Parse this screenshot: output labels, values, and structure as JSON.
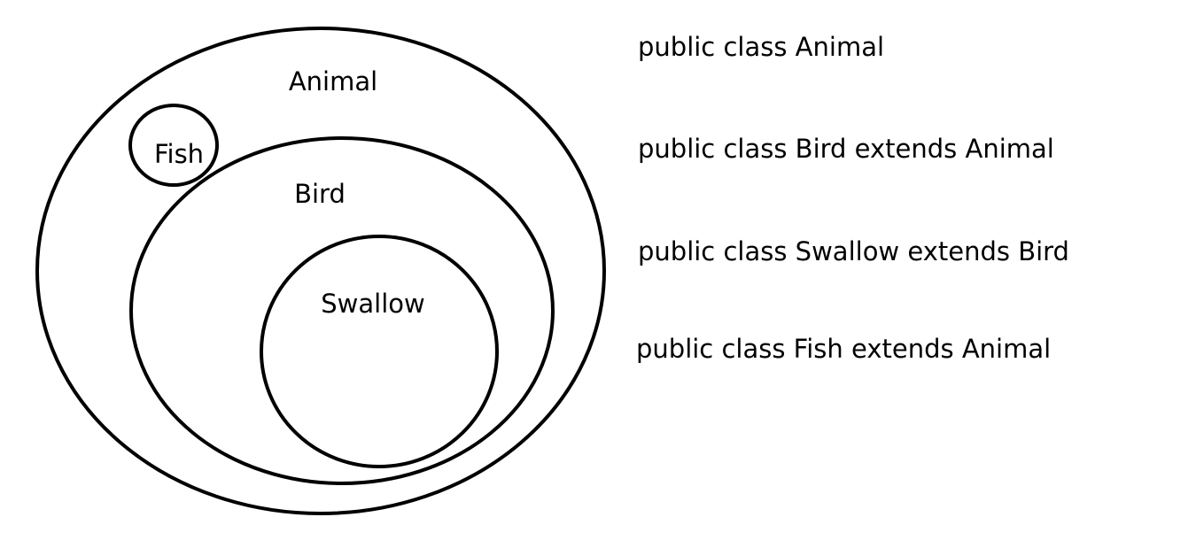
{
  "sets": {
    "animal": "Animal",
    "fish": "Fish",
    "bird": "Bird",
    "swallow": "Swallow"
  },
  "code": [
    "public class Animal",
    "public class Bird extends Animal",
    "public class Swallow extends Bird",
    "public class Fish extends Animal"
  ]
}
